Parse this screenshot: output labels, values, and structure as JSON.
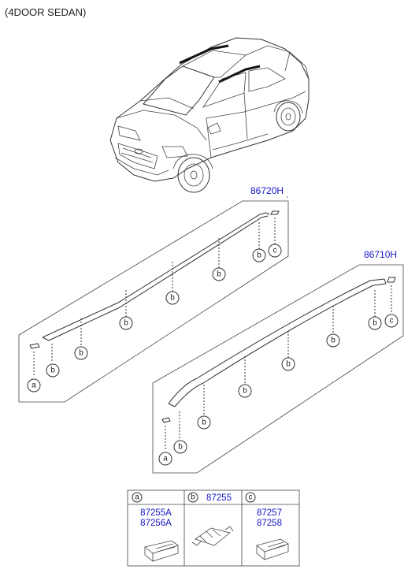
{
  "header": {
    "title": "(4DOOR SEDAN)"
  },
  "assemblies": {
    "upper": {
      "part_number": "86720H"
    },
    "lower": {
      "part_number": "86710H"
    }
  },
  "callouts": {
    "a": "a",
    "b": "b",
    "c": "c"
  },
  "parts_table": {
    "col_a": {
      "key": "a",
      "parts": [
        "87255A",
        "87256A"
      ]
    },
    "col_b": {
      "key": "b",
      "parts": [
        "87255"
      ]
    },
    "col_c": {
      "key": "c",
      "parts": [
        "87257",
        "87258"
      ]
    }
  }
}
